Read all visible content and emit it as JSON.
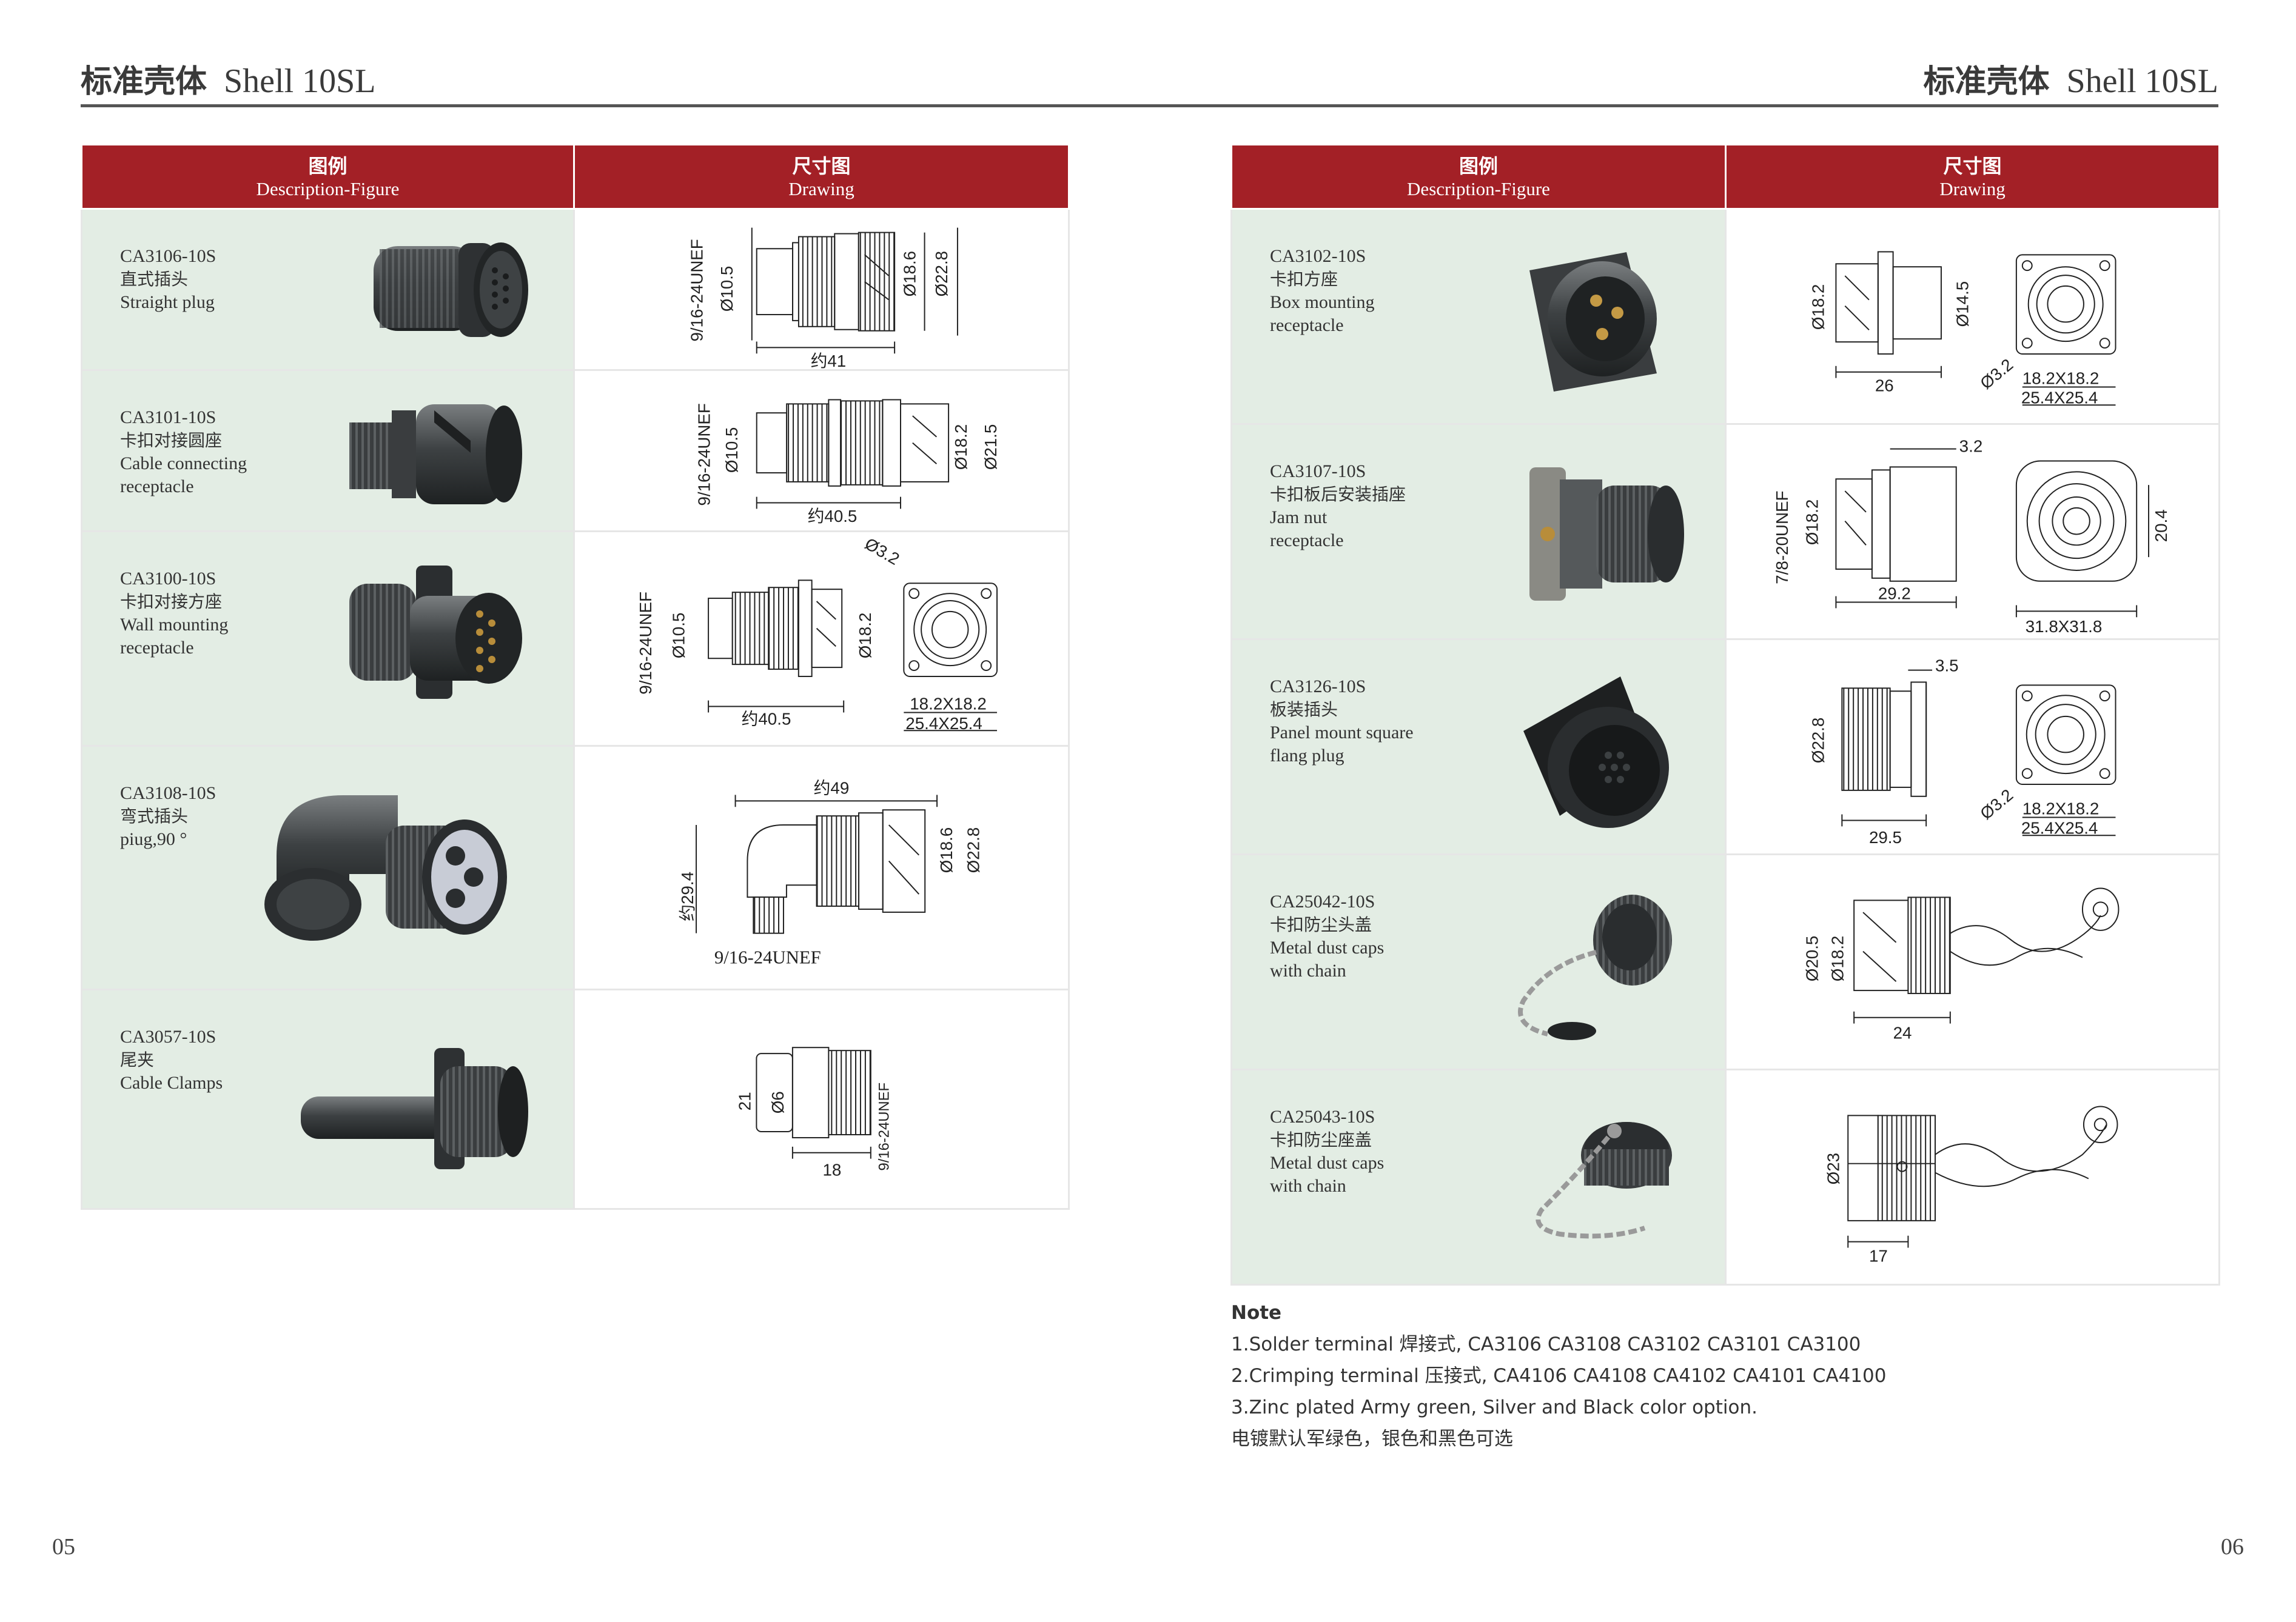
{
  "header": {
    "left": {
      "cn": "标准壳体",
      "en": "Shell 10SL"
    },
    "right": {
      "cn": "标准壳体",
      "en": "Shell 10SL"
    }
  },
  "table_header": {
    "col1_cn": "图例",
    "col1_en": "Description-Figure",
    "col2_cn": "尺寸图",
    "col2_en": "Drawing"
  },
  "left_rows": [
    {
      "code": "CA3106-10S",
      "cn": "直式插头",
      "en": [
        "Straight plug"
      ],
      "dims": {
        "thread": "9/16-24UNEF",
        "d1": "Ø10.5",
        "d2": "Ø18.6",
        "d3": "Ø22.8",
        "len": "约41"
      }
    },
    {
      "code": "CA3101-10S",
      "cn": "卡扣对接圆座",
      "en": [
        "Cable connecting",
        "receptacle"
      ],
      "dims": {
        "thread": "9/16-24UNEF",
        "d1": "Ø10.5",
        "d2": "Ø18.2",
        "d3": "Ø21.5",
        "len": "约40.5"
      }
    },
    {
      "code": "CA3100-10S",
      "cn": "卡扣对接方座",
      "en": [
        "Wall mounting",
        "receptacle"
      ],
      "dims": {
        "thread": "9/16-24UNEF",
        "d1": "Ø10.5",
        "d2": "Ø18.2",
        "hole": "Ø3.2",
        "len": "约40.5",
        "sq1": "18.2X18.2",
        "sq2": "25.4X25.4"
      }
    },
    {
      "code": "CA3108-10S",
      "cn": "弯式插头",
      "en": [
        "piug,90 °"
      ],
      "dims": {
        "top": "约49",
        "h": "约29.4",
        "d2": "Ø18.6",
        "d3": "Ø22.8",
        "thread": "9/16-24UNEF"
      }
    },
    {
      "code": "CA3057-10S",
      "cn": "尾夹",
      "en": [
        "Cable Clamps"
      ],
      "dims": {
        "h": "21",
        "d": "Ø6",
        "w": "18",
        "thread": "9/16-24UNEF"
      }
    }
  ],
  "right_rows": [
    {
      "code": "CA3102-10S",
      "cn": "卡扣方座",
      "en": [
        "Box mounting",
        "receptacle"
      ],
      "dims": {
        "d1": "Ø18.2",
        "d2": "Ø14.5",
        "len": "26",
        "hole": "Ø3.2",
        "sq1": "18.2X18.2",
        "sq2": "25.4X25.4"
      }
    },
    {
      "code": "CA3107-10S",
      "cn": "卡扣板后安装插座",
      "en": [
        "Jam nut",
        "receptacle"
      ],
      "dims": {
        "thread": "7/8-20UNEF",
        "d1": "Ø18.2",
        "t": "3.2",
        "len": "29.2",
        "h": "20.4",
        "sq": "31.8X31.8"
      }
    },
    {
      "code": "CA3126-10S",
      "cn": "板装插头",
      "en": [
        "Panel mount square",
        "flang plug"
      ],
      "dims": {
        "d1": "Ø22.8",
        "t": "3.5",
        "len": "29.5",
        "hole": "Ø3.2",
        "sq1": "18.2X18.2",
        "sq2": "25.4X25.4"
      }
    },
    {
      "code": "CA25042-10S",
      "cn": "卡扣防尘头盖",
      "en": [
        "Metal dust caps",
        "with chain"
      ],
      "dims": {
        "d1": "Ø20.5",
        "d2": "Ø18.2",
        "len": "24"
      }
    },
    {
      "code": "CA25043-10S",
      "cn": "卡扣防尘座盖",
      "en": [
        "Metal dust caps",
        "with chain"
      ],
      "dims": {
        "d1": "Ø23",
        "len": "17"
      }
    }
  ],
  "note": {
    "title": "Note",
    "lines": [
      "1.Solder terminal 焊接式, CA3106  CA3108 CA3102 CA3101 CA3100",
      "2.Crimping terminal 压接式, CA4106 CA4108 CA4102 CA4101 CA4100",
      "3.Zinc plated Army green, Silver and Black color option.",
      "电镀默认军绿色，银色和黑色可选"
    ]
  },
  "pages": {
    "left": "05",
    "right": "06"
  },
  "colors": {
    "header_red": "#a32026",
    "desc_bg": "#e3ede4",
    "rule": "#555555"
  }
}
